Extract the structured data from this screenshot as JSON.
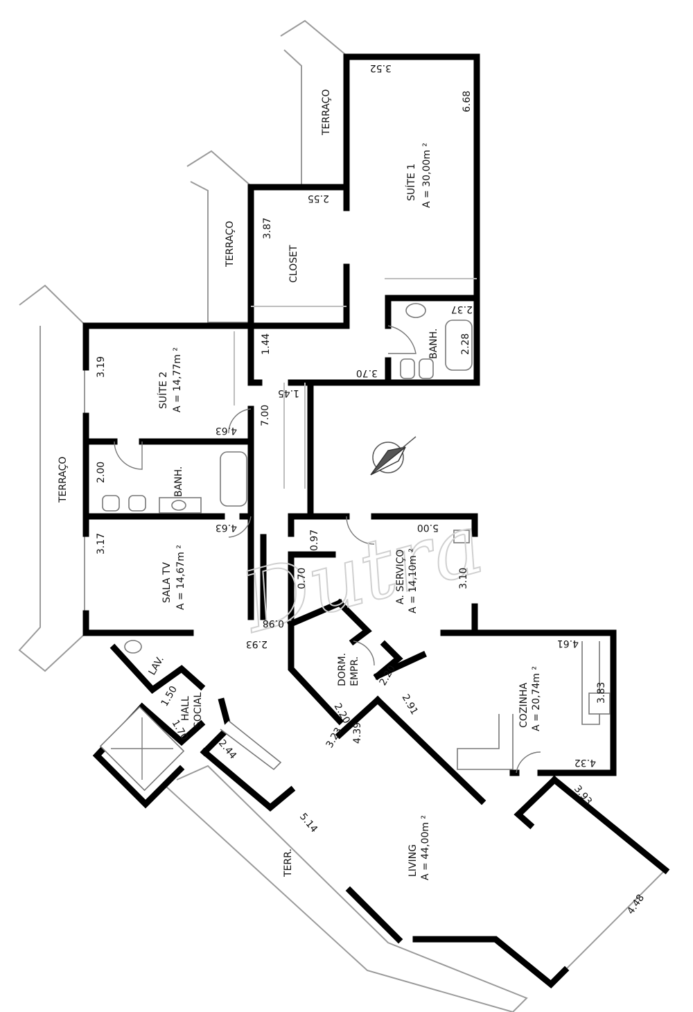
{
  "rooms": {
    "suite1": {
      "name": "SUÍTE 1",
      "area": "A = 30,00m ²"
    },
    "closet": {
      "name": "CLOSET"
    },
    "suite2": {
      "name": "SUÍTE 2",
      "area": "A = 14,77m ²"
    },
    "banh1": {
      "name": "BANH."
    },
    "banh2": {
      "name": "BANH."
    },
    "salatv": {
      "name": "SALA TV",
      "area": "A = 14,67m ²"
    },
    "servico": {
      "name": "A. SERVIÇO",
      "area": "A = 14,10m ²"
    },
    "dorm": {
      "name": "DORM.",
      "sub": "EMPR."
    },
    "cozinha": {
      "name": "COZINHA",
      "area": "A = 20,74m ²"
    },
    "living": {
      "name": "LIVING",
      "area": "A = 44,00m ²"
    },
    "lav": {
      "name": "LAV."
    },
    "hall": {
      "name": "HALL",
      "sub": "SOCIAL"
    },
    "terraco_top": {
      "name": "TERRAÇO"
    },
    "terraco_mid": {
      "name": "TERRAÇO"
    },
    "terraco_left": {
      "name": "TERRAÇO"
    },
    "terr_bottom": {
      "name": "TERR."
    }
  },
  "dimensions": {
    "d352": "3.52",
    "d668": "6.68",
    "d255": "2.55",
    "d387": "3.87",
    "d237": "2.37",
    "d228": "2.28",
    "d370": "3.70",
    "d144": "1.44",
    "d145": "1.45",
    "d700": "7.00",
    "d319": "3.19",
    "d463a": "4.63",
    "d200": "2.00",
    "d463b": "4.63",
    "d317": "3.17",
    "d097": "0.97",
    "d500": "5.00",
    "d310": "3.10",
    "d070": "0.70",
    "d098": "0.98",
    "d293": "2.93",
    "d220a": "2.20",
    "d220b": "2.20",
    "d323": "3.23",
    "d439": "4.39",
    "d291": "2.91",
    "d461": "4.61",
    "d383": "3.83",
    "d432": "4.32",
    "d150": "1.50",
    "d170": "1.70",
    "d244": "2.44",
    "d514": "5.14",
    "d393": "3.93",
    "d448": "4.48"
  },
  "watermark": "Dutra",
  "icons": {
    "compass": "north-arrow-icon"
  }
}
